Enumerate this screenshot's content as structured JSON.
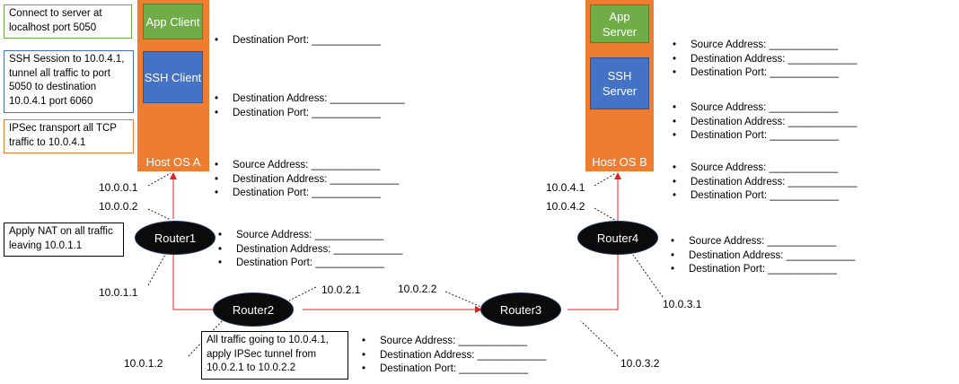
{
  "notes": {
    "connect": "Connect to server at localhost port 5050",
    "ssh_session": "SSH Session to 10.0.4.1, tunnel all traffic to port 5050 to destination 10.0.4.1 port 6060",
    "ipsec": "IPSec transport all TCP traffic to 10.0.4.1",
    "nat": "Apply NAT on all traffic leaving 10.0.1.1",
    "router2_rule": "All traffic going to 10.0.4.1, apply IPSec tunnel from 10.0.2.1 to 10.0.2.2"
  },
  "hosts": {
    "a": {
      "label": "Host OS A",
      "app": "App Client",
      "ssh": "SSH Client"
    },
    "b": {
      "label": "Host OS B",
      "app": "App Server",
      "ssh": "SSH Server"
    }
  },
  "routers": [
    "Router1",
    "Router2",
    "Router3",
    "Router4"
  ],
  "ips": {
    "r1_a": "10.0.0.1",
    "r1_b": "10.0.0.2",
    "r1_c": "10.0.1.1",
    "r2_a": "10.0.1.2",
    "r2_b": "10.0.2.1",
    "r3_a": "10.0.2.2",
    "r3_b": "10.0.3.2",
    "r4_a": "10.0.3.1",
    "r4_b": "10.0.4.1",
    "r4_c": "10.0.4.2"
  },
  "lists": {
    "a1": [
      "Destination Port: ____________"
    ],
    "a2": [
      "Destination Address:  _____________",
      "Destination Port: ____________"
    ],
    "a3": [
      "Source Address: ____________",
      "Destination Address: ____________",
      "Destination Port: ____________"
    ],
    "r1": [
      "Source Address: ____________",
      "Destination Address: ____________",
      "Destination Port: ____________"
    ],
    "r2": [
      "Source Address: ____________",
      "Destination Address: ____________",
      "Destination Port: ____________"
    ],
    "b1": [
      "Source Address: ____________",
      "Destination Address: ____________",
      "Destination Port: ____________"
    ],
    "b2": [
      "Source Address: ____________",
      "Destination Address: ____________",
      "Destination Port: ____________"
    ],
    "b3": [
      "Source Address: ____________",
      "Destination Address: ____________",
      "Destination Port: ____________"
    ],
    "r4": [
      "Source Address: ____________",
      "Destination Address: ____________",
      "Destination Port: ____________"
    ]
  },
  "colors": {
    "host": "#ef7d31",
    "app": "#70ad47",
    "ssh": "#4472c4",
    "wire": "#e02020"
  }
}
